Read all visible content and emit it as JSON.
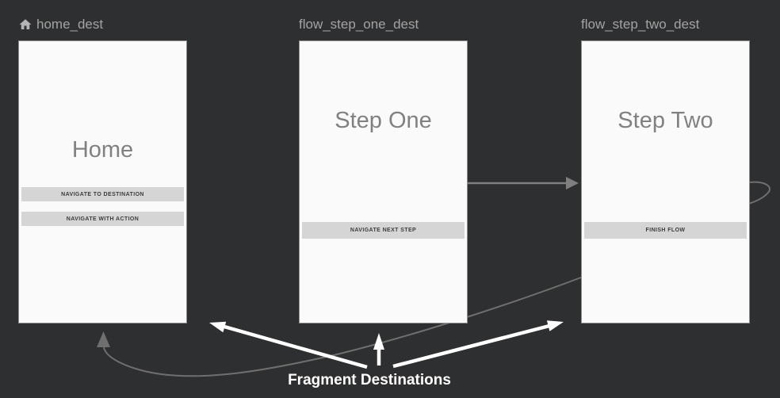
{
  "destinations": [
    {
      "label": "home_dest",
      "icon": "home-icon",
      "title": "Home",
      "buttons": [
        "NAVIGATE TO DESTINATION",
        "NAVIGATE WITH ACTION"
      ]
    },
    {
      "label": "flow_step_one_dest",
      "title": "Step One",
      "buttons": [
        "NAVIGATE NEXT STEP"
      ]
    },
    {
      "label": "flow_step_two_dest",
      "title": "Step Two",
      "buttons": [
        "FINISH FLOW"
      ]
    }
  ],
  "annotation": {
    "label": "Fragment Destinations"
  },
  "colors": {
    "background": "#2e2f31",
    "card_bg": "#fafafa",
    "card_border": "#8d8d8d",
    "card_title": "#818181",
    "dest_label": "#a3a3a3",
    "button_bg": "#d5d5d5",
    "button_text": "#3c3c3c",
    "action_arrow": "#7f7f7f",
    "loop_arrow": "#6f6f6f",
    "annotation": "#ffffff"
  }
}
